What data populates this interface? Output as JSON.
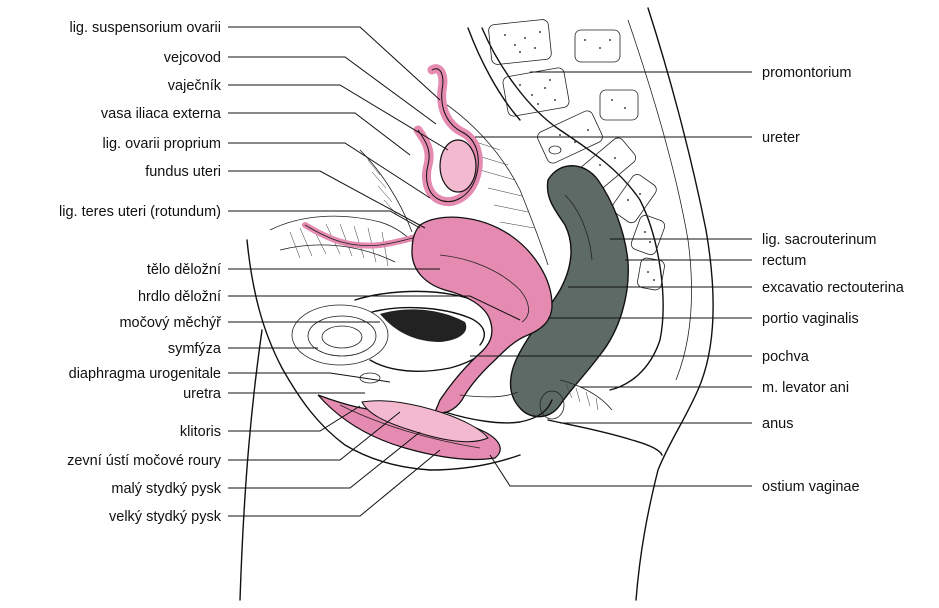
{
  "colors": {
    "pink": "#e58ab0",
    "pink_light": "#f2b9cf",
    "dark_gray": "#5e6a66",
    "line": "#111111"
  },
  "labels_left": [
    "lig. suspensorium ovarii",
    "vejcovod",
    "vaječník",
    "vasa iliaca externa",
    "lig. ovarii proprium",
    "fundus uteri",
    "lig. teres uteri  (rotundum)",
    "tělo děložní",
    "hrdlo děložní",
    "močový měchýř",
    "symfýza",
    "diaphragma urogenitale",
    "uretra",
    "klitoris",
    "zevní ústí močové roury",
    "malý stydký pysk",
    "velký stydký pysk"
  ],
  "labels_right": [
    "promontorium",
    "ureter",
    "lig. sacrouterinum",
    "rectum",
    "excavatio rectouterina",
    "portio vaginalis",
    "pochva",
    "m. levator ani",
    "anus",
    "ostium vaginae"
  ]
}
